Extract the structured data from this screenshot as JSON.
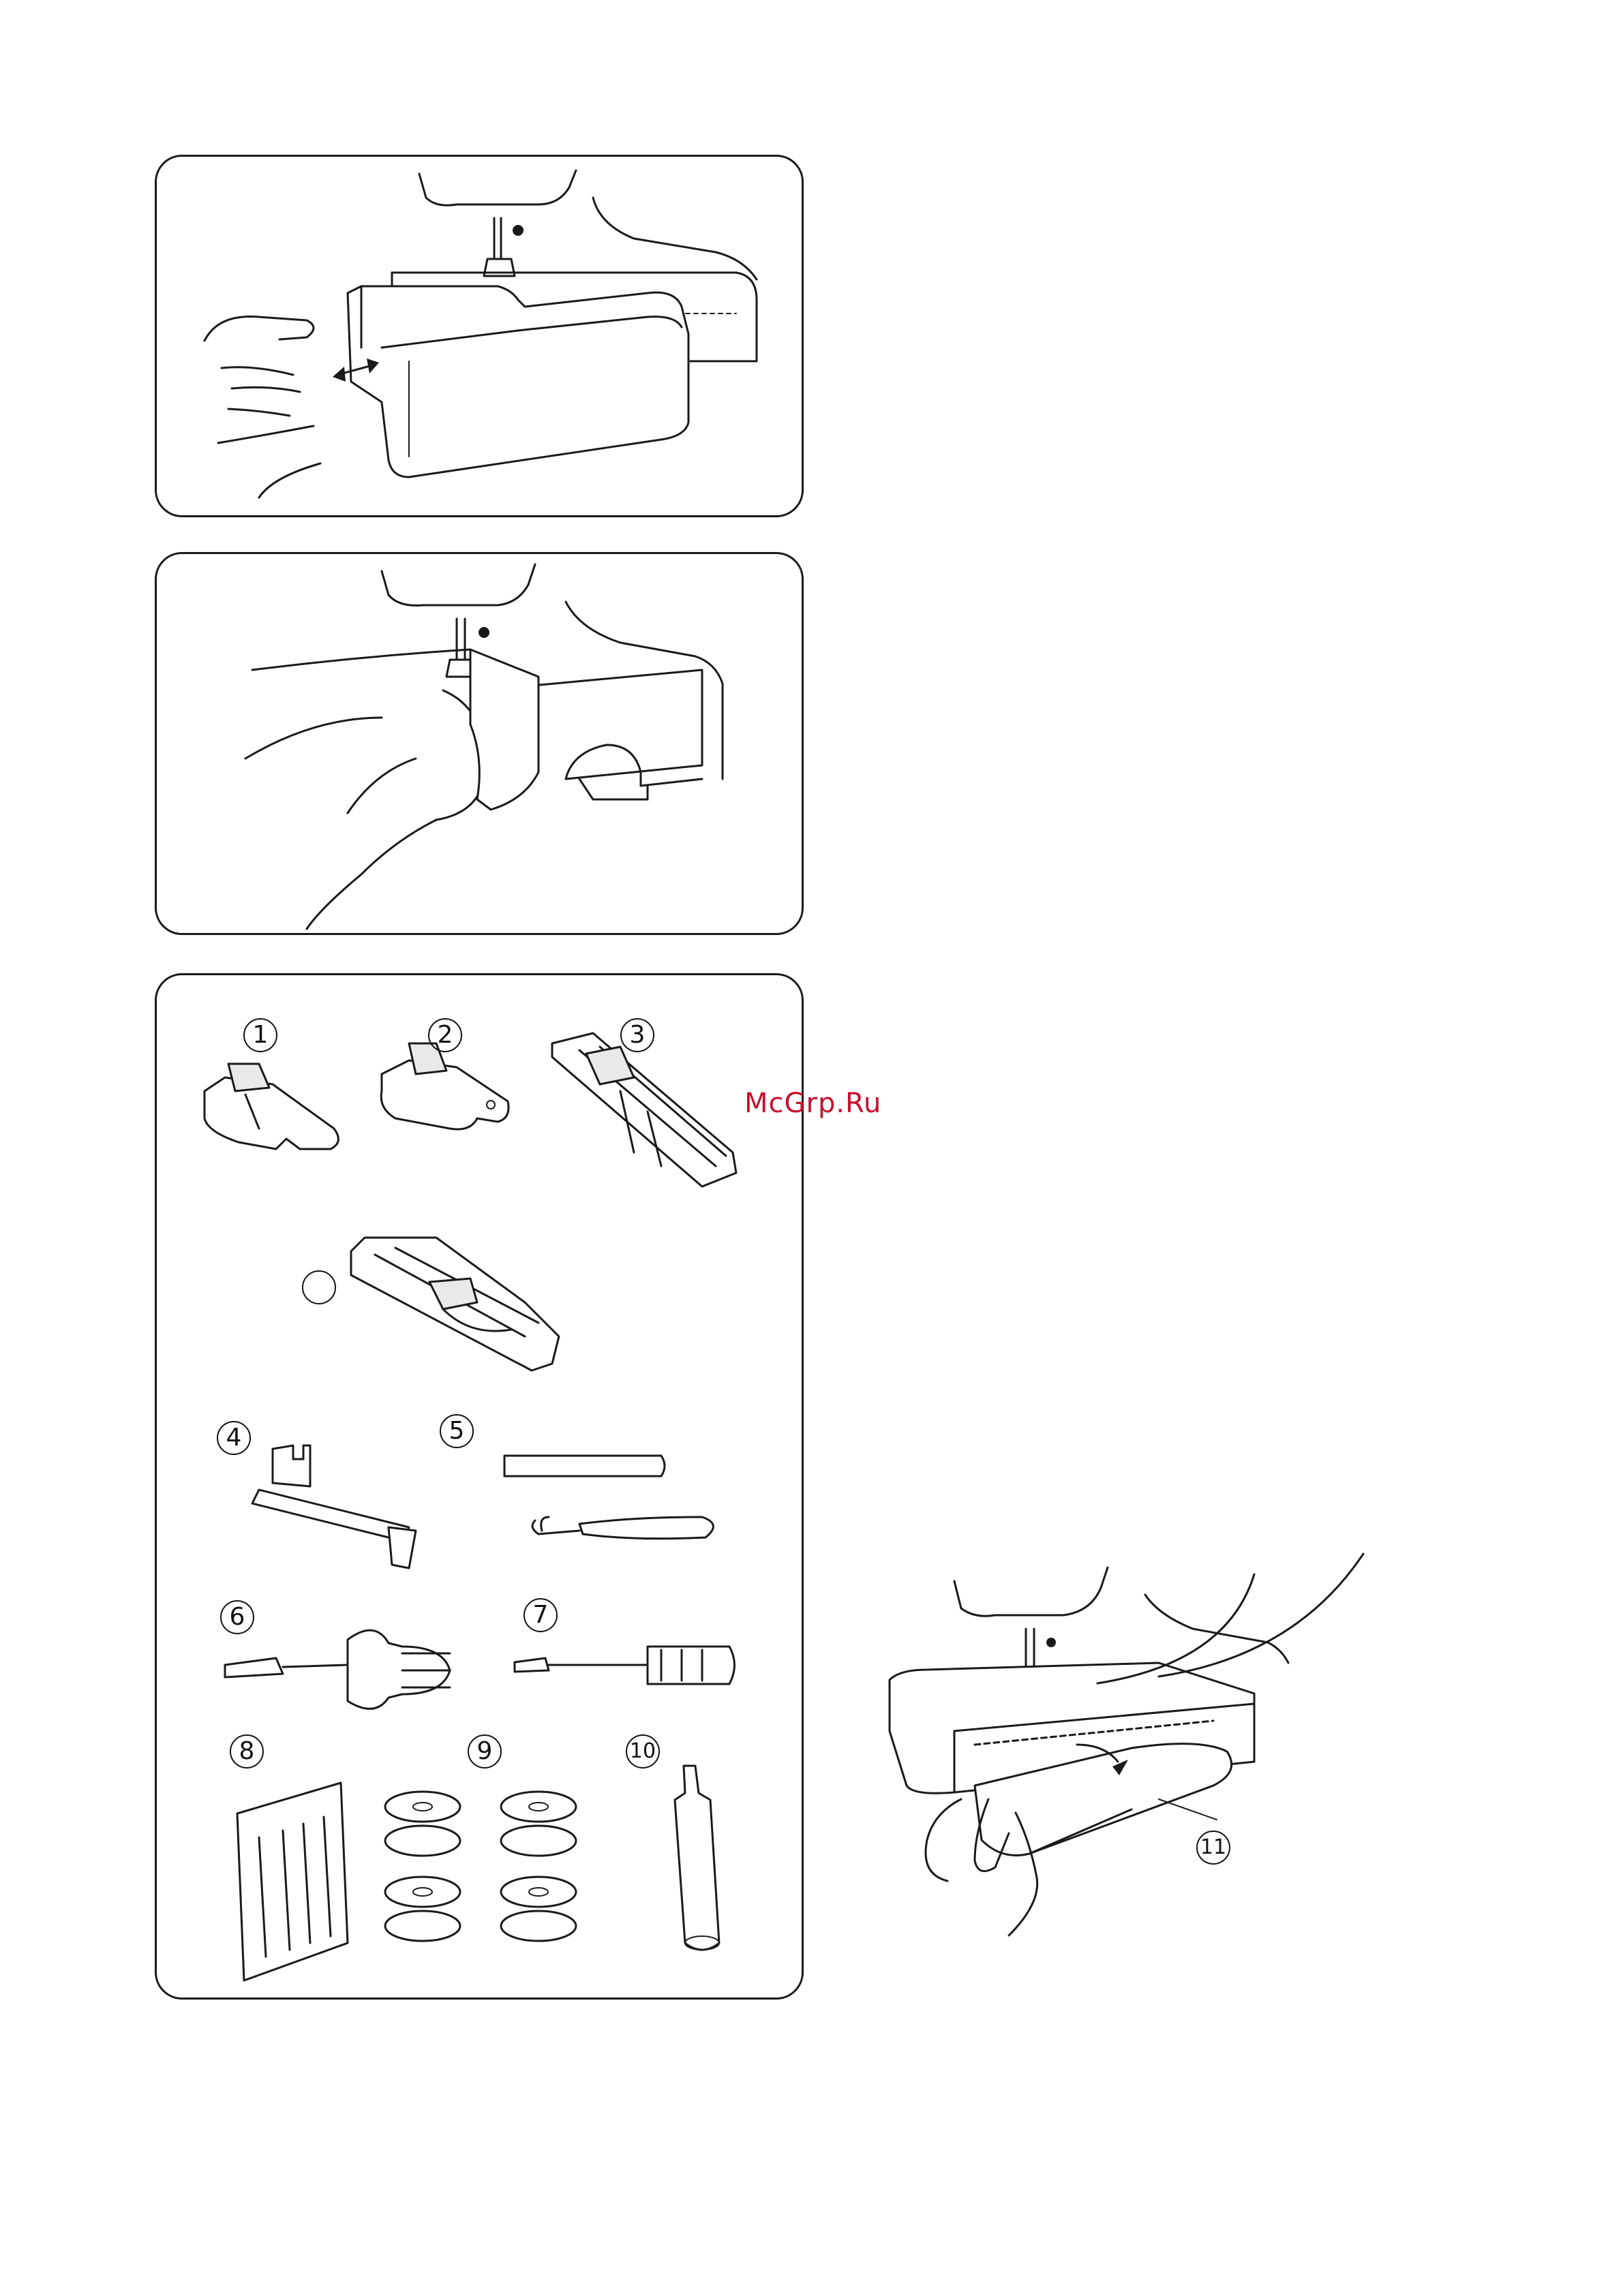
{
  "watermark": "McGrp.Ru",
  "accessories": [
    {
      "label": "1",
      "name": "zigzag-foot"
    },
    {
      "label": "2",
      "name": "satin-stitch-foot"
    },
    {
      "label": "3",
      "name": "buttonhole-foot"
    },
    {
      "label": "",
      "name": "automatic-buttonhole-foot"
    },
    {
      "label": "4",
      "name": "blind-hem-guide"
    },
    {
      "label": "5",
      "name": "seam-ripper-and-brush"
    },
    {
      "label": "6",
      "name": "large-screwdriver"
    },
    {
      "label": "7",
      "name": "small-screwdriver"
    },
    {
      "label": "8",
      "name": "needle-set"
    },
    {
      "label": "9",
      "name": "bobbins"
    },
    {
      "label": "10",
      "name": "spool-holder"
    }
  ],
  "callout": {
    "label": "11"
  }
}
